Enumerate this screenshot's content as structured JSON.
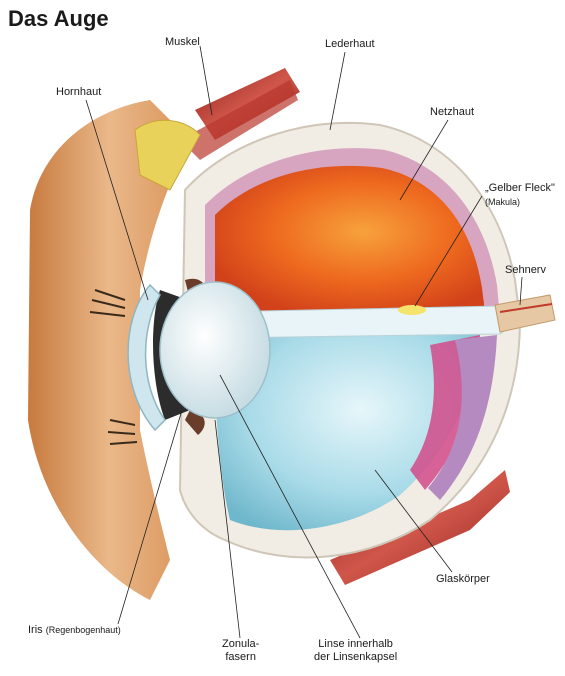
{
  "title": "Das Auge",
  "labels": {
    "muskel": "Muskel",
    "lederhaut": "Lederhaut",
    "hornhaut": "Hornhaut",
    "netzhaut": "Netzhaut",
    "gelber_fleck": "„Gelber Fleck\"",
    "makula": "(Makula)",
    "sehnerv": "Sehnerv",
    "glaskoerper": "Glaskörper",
    "iris": "Iris",
    "iris_sub": "(Regenbogenhaut)",
    "zonula_1": "Zonula-",
    "zonula_2": "fasern",
    "linse_1": "Linse innerhalb",
    "linse_2": "der Linsenkapsel"
  },
  "colors": {
    "skin": "#e9b07a",
    "muscle": "#b8372e",
    "retina": "#e8581e",
    "vitreous": "#a9dbe8",
    "sclera": "#f1ece4",
    "fat": "#e8d25a"
  }
}
